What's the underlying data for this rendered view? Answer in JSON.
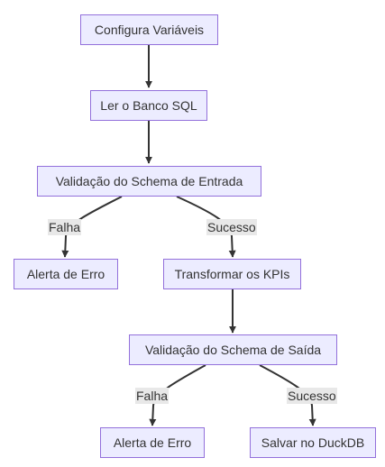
{
  "colors": {
    "node_fill": "#ECECFF",
    "node_border": "#9370DB",
    "edge": "#333333",
    "text": "#333333",
    "label_bg": "#E8E8E8"
  },
  "nodes": {
    "config": "Configura Variáveis",
    "read_db": "Ler o Banco SQL",
    "validate_input": "Validação do Schema de Entrada",
    "error_1": "Alerta de Erro",
    "transform": "Transformar os KPIs",
    "validate_output": "Validação do Schema de Saída",
    "error_2": "Alerta de Erro",
    "save": "Salvar no DuckDB"
  },
  "edge_labels": {
    "fail_1": "Falha",
    "success_1": "Sucesso",
    "fail_2": "Falha",
    "success_2": "Sucesso"
  }
}
